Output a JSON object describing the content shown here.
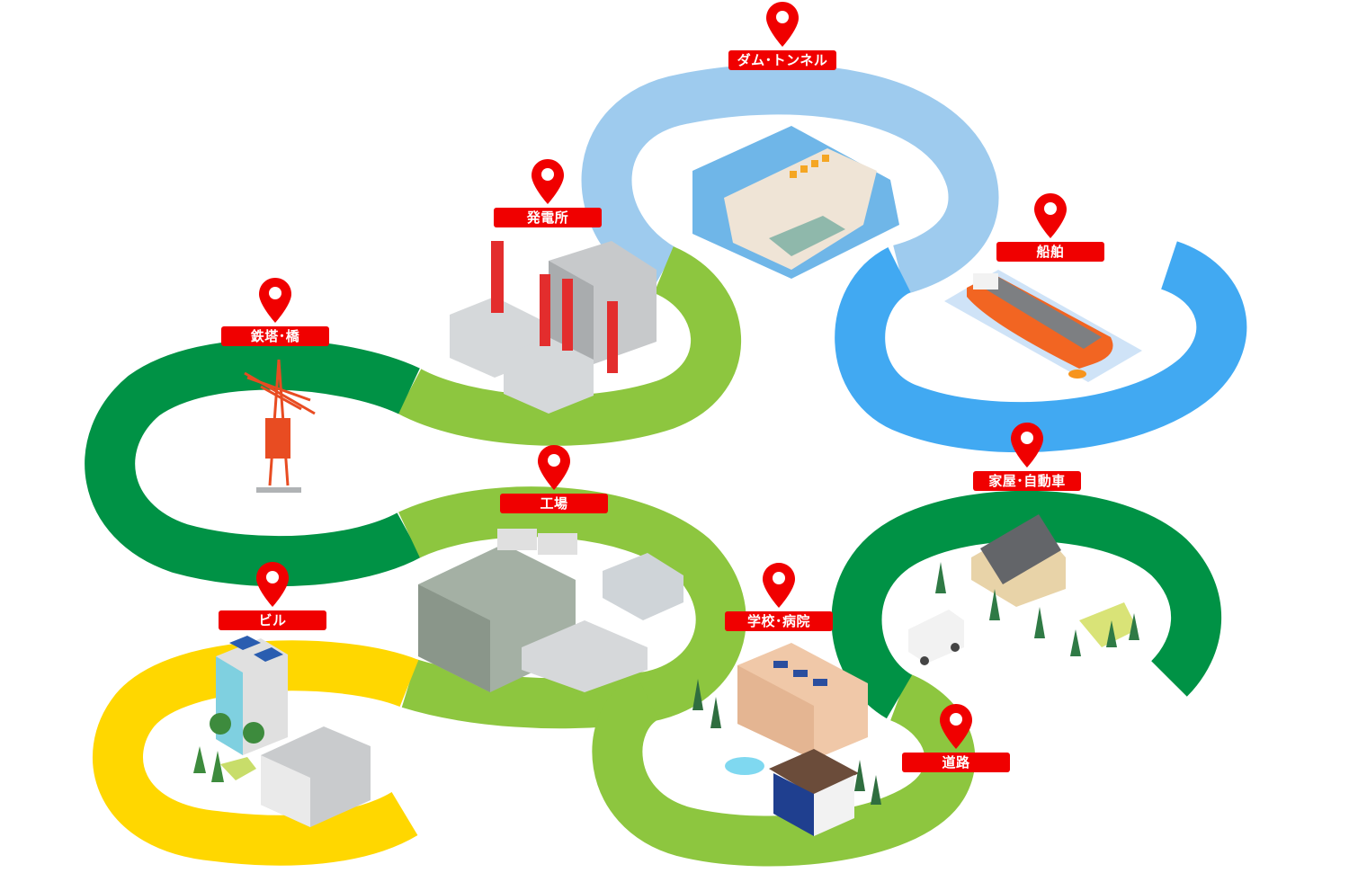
{
  "title": "インフラ点検対象マップ",
  "colors": {
    "marker_red": "#f00000",
    "ring_dark_green": "#009245",
    "ring_light_green": "#8dc63f",
    "ring_light_blue": "#9ecbee",
    "ring_blue": "#41a9f2",
    "ring_yellow": "#ffd700"
  },
  "markers": [
    {
      "id": "dam-tunnel",
      "label": "ダム･トンネル",
      "scene": "dam"
    },
    {
      "id": "power-plant",
      "label": "発電所",
      "scene": "substation"
    },
    {
      "id": "ship",
      "label": "船舶",
      "scene": "cargo-ship"
    },
    {
      "id": "tower-bridge",
      "label": "鉄塔･橋",
      "scene": "steel-tower"
    },
    {
      "id": "house-car",
      "label": "家屋･自動車",
      "scene": "house-and-van"
    },
    {
      "id": "factory",
      "label": "工場",
      "scene": "factory"
    },
    {
      "id": "building",
      "label": "ビル",
      "scene": "office-building"
    },
    {
      "id": "school-hospital",
      "label": "学校･病院",
      "scene": "school"
    },
    {
      "id": "road",
      "label": "道路",
      "scene": "road"
    }
  ]
}
